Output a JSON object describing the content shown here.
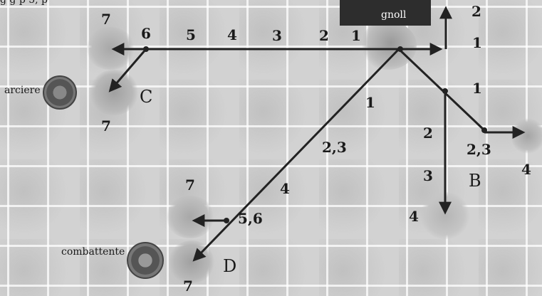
{
  "header_fragment": "g  g  p     5, p",
  "units": {
    "gnoll": "gnoll",
    "arciere": "arciere",
    "combattente": "combattente"
  },
  "letters": {
    "b": "B",
    "c": "C",
    "d": "D"
  },
  "path_c": {
    "n6": "6",
    "n5": "5",
    "n4": "4",
    "n3": "3",
    "n2": "2",
    "n1": "1",
    "top7": "7",
    "bot7": "7"
  },
  "path_d": {
    "n1": "1",
    "n23": "2,3",
    "n4": "4",
    "n56": "5,6",
    "top7": "7",
    "bot7": "7"
  },
  "path_b": {
    "n2": "2",
    "n3": "3",
    "n4": "4"
  },
  "path_right": {
    "n1a": "1",
    "n1b": "1",
    "n2top": "2",
    "n23": "2,3",
    "n4": "4"
  }
}
